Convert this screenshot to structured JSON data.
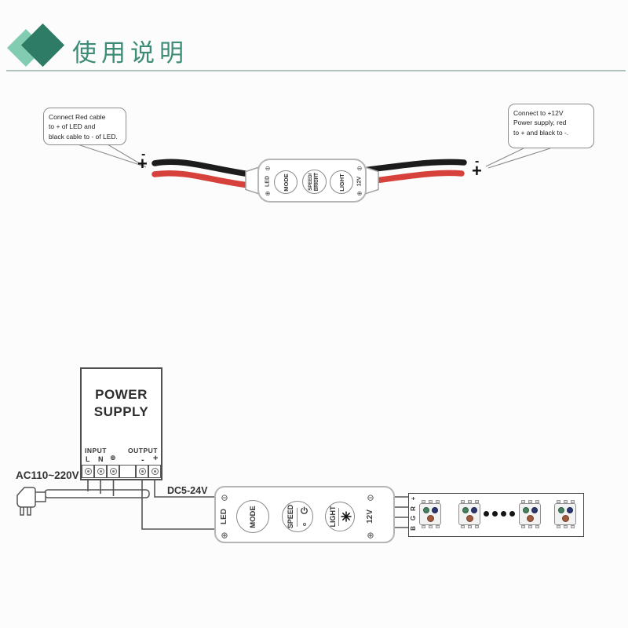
{
  "header": {
    "title": "使用说明"
  },
  "top": {
    "left_callout": "Connect Red cable\nto + of LED and\nblack cable to - of LED.",
    "right_callout": "Connect to +12V\nPower supply, red\nto + and black to -.",
    "left_wire_minus": "-",
    "left_wire_plus": "+",
    "right_wire_minus": "-",
    "right_wire_plus": "+",
    "controller": {
      "left_port_label": "LED",
      "right_port_label": "12V",
      "terminal_minus": "⊖",
      "terminal_plus": "⊕",
      "button_mode": "MODE",
      "button_speed_line1": "SPEED/",
      "button_speed_line2": "BRIGHT",
      "button_light": "LIGHT"
    }
  },
  "bottom": {
    "power_supply": {
      "name_line1": "POWER",
      "name_line2": "SUPPLY",
      "input_label": "INPUT",
      "output_label": "OUTPUT",
      "terminal_l": "L",
      "terminal_n": "N",
      "terminal_ground": "⊕",
      "terminal_minus": "-",
      "terminal_plus": "+"
    },
    "ac_label": "AC110~220V",
    "dc_label": "DC5-24V",
    "controller": {
      "left_port_label": "LED",
      "right_port_label": "12V",
      "terminal_minus": "⊖",
      "terminal_plus": "⊕",
      "button_mode": "MODE",
      "button_speed": "SPEED",
      "button_light": "LIGHT"
    },
    "strip": {
      "pin_labels": [
        "+",
        "R",
        "G",
        "B"
      ],
      "led_count": 4,
      "dot_count": 4
    }
  },
  "colors": {
    "accent_dark": "#2E7B66",
    "accent_light": "#82CDB2",
    "title": "#3D8C77",
    "wire_black": "#1C1C1C",
    "wire_red": "#D6423B"
  }
}
